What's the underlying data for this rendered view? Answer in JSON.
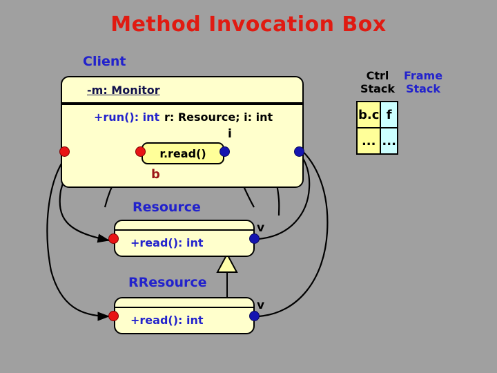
{
  "slide": {
    "title": "Method Invocation Box",
    "background_color": "#a0a0a0",
    "title_color": "#e01b12"
  },
  "diagram": {
    "classes": [
      {
        "name": "Client",
        "attribute": "-m: Monitor",
        "operation_blue": "+run(): int",
        "operation_black": "r: Resource; i: int"
      },
      {
        "name": "Resource",
        "operation_blue": "+read(): int",
        "return_label": "v"
      },
      {
        "name": "RResource",
        "operation_blue": "+read(): int",
        "return_label": "v"
      }
    ],
    "call_box": {
      "label": "r.read()",
      "binding_label": "b",
      "invocation_label": "i",
      "fill_color": "#ffff99"
    },
    "generalization": "RResource inherits Resource"
  },
  "stacks": {
    "ctrl_header": "Ctrl Stack",
    "frame_header": "Frame Stack",
    "columns": [
      "Ctrl Stack",
      "Frame Stack"
    ],
    "rows": [
      {
        "ctrl": "b.c",
        "frame": "f"
      },
      {
        "ctrl": "...",
        "frame": "..."
      }
    ],
    "ctrl_color": "#ffff99",
    "frame_color": "#ccffff"
  }
}
